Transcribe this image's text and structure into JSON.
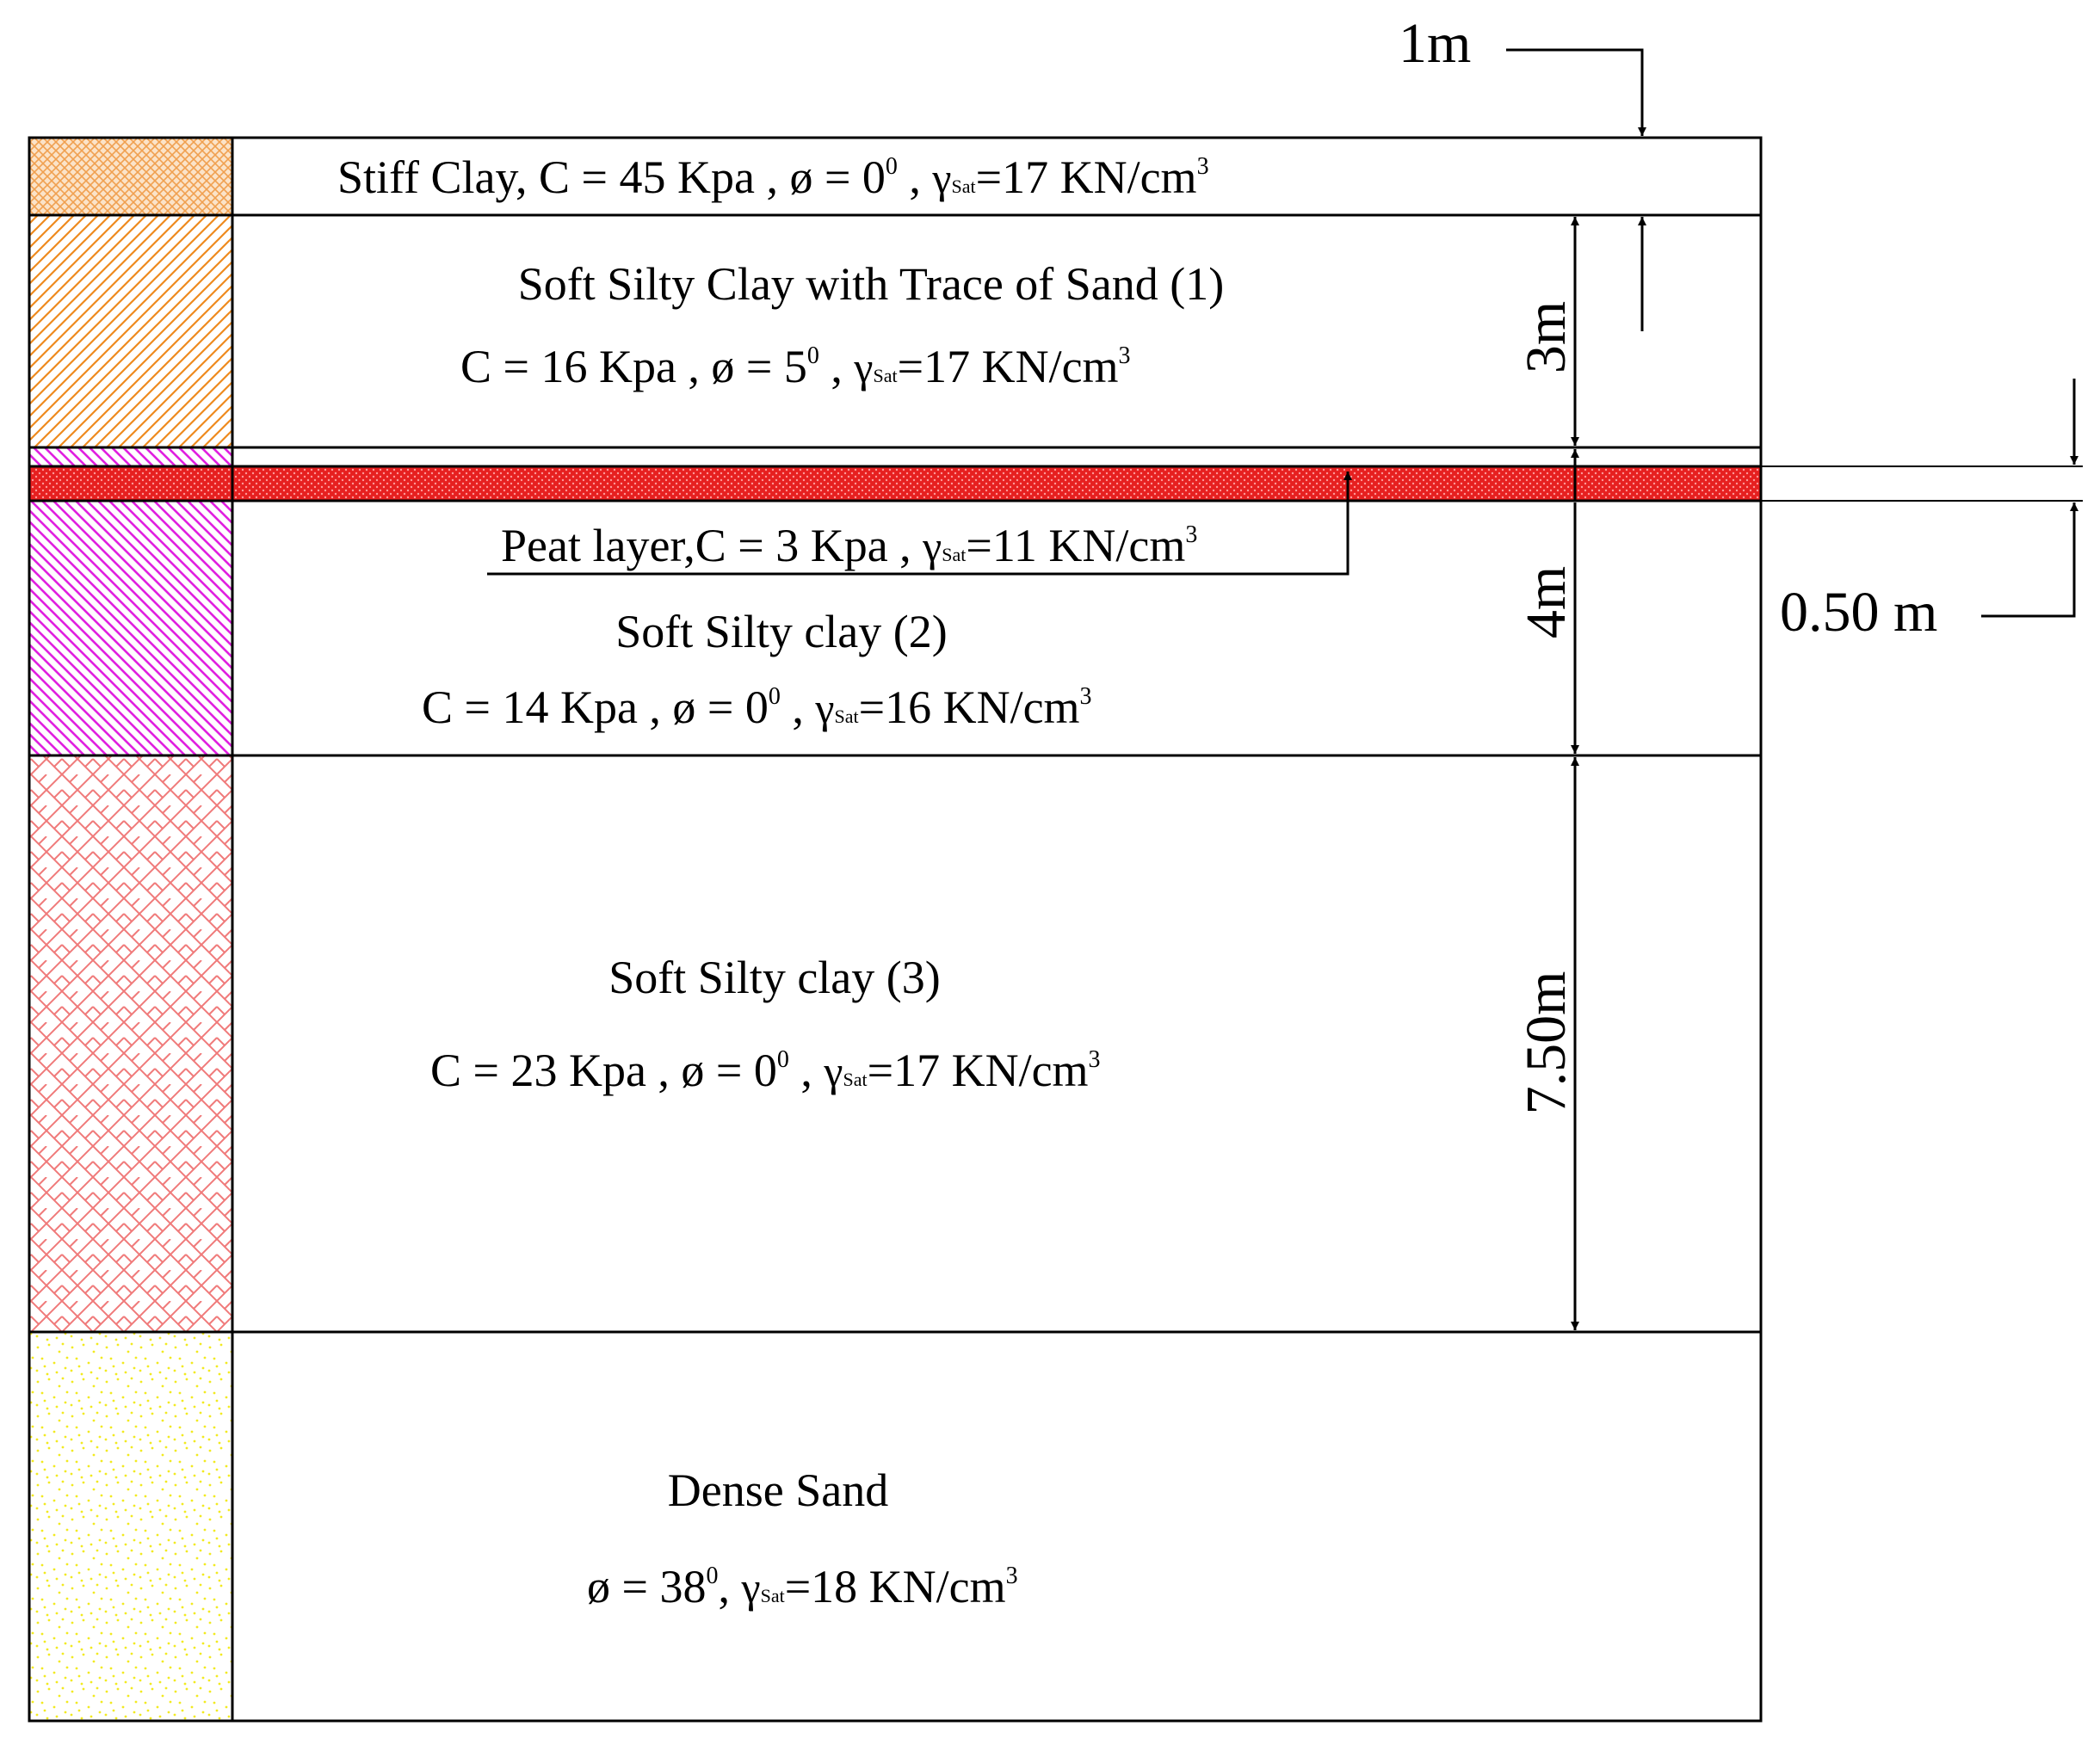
{
  "layers": [
    {
      "line1": "Stiff Clay, C = 45 Kpa , ø = 0",
      "deg": "0",
      "gamma": "γ",
      "sub": "Sat",
      "val": "=17 KN/cm",
      "exp": "3",
      "sep": " , "
    },
    {
      "title": "Soft Silty Clay with Trace of Sand (1)",
      "line2": "C = 16 Kpa , ø = 5",
      "deg": "0",
      "gamma": "γ",
      "sub": "Sat",
      "val": "=17 KN/cm",
      "exp": "3",
      "sep": " , "
    },
    {
      "line1": "Peat layer,C = 3 Kpa , ",
      "gamma": "γ",
      "sub": "Sat",
      "val": "=11 KN/cm",
      "exp": "3"
    },
    {
      "title": "Soft Silty clay (2)",
      "line2": "C = 14 Kpa , ø = 0",
      "deg": "0",
      "gamma": "γ",
      "sub": "Sat",
      "val": "=16 KN/cm",
      "exp": "3",
      "sep": " , "
    },
    {
      "title": "Soft Silty clay (3)",
      "line2": "C = 23 Kpa , ø = 0",
      "deg": "0",
      "gamma": "γ",
      "sub": "Sat",
      "val": "=17 KN/cm",
      "exp": "3",
      "sep": " , "
    },
    {
      "title": "Dense Sand",
      "line2": "ø = 38",
      "deg": "0",
      "gamma": "γ",
      "sub": "Sat",
      "val": "=18 KN/cm",
      "exp": "3",
      "sep": ",  "
    }
  ],
  "dimensions": {
    "top": "1m",
    "clay1": "3m",
    "clay2": "4m",
    "clay3": "7.50m",
    "peat": "0.50 m"
  },
  "colors": {
    "stiff_clay": "#f0a050",
    "soft_clay_1": "#ee8a1e",
    "peat": "#e62020",
    "soft_clay_2": "#e020e0",
    "soft_clay_3": "#f07a7a",
    "dense_sand": "#f2ea20"
  }
}
